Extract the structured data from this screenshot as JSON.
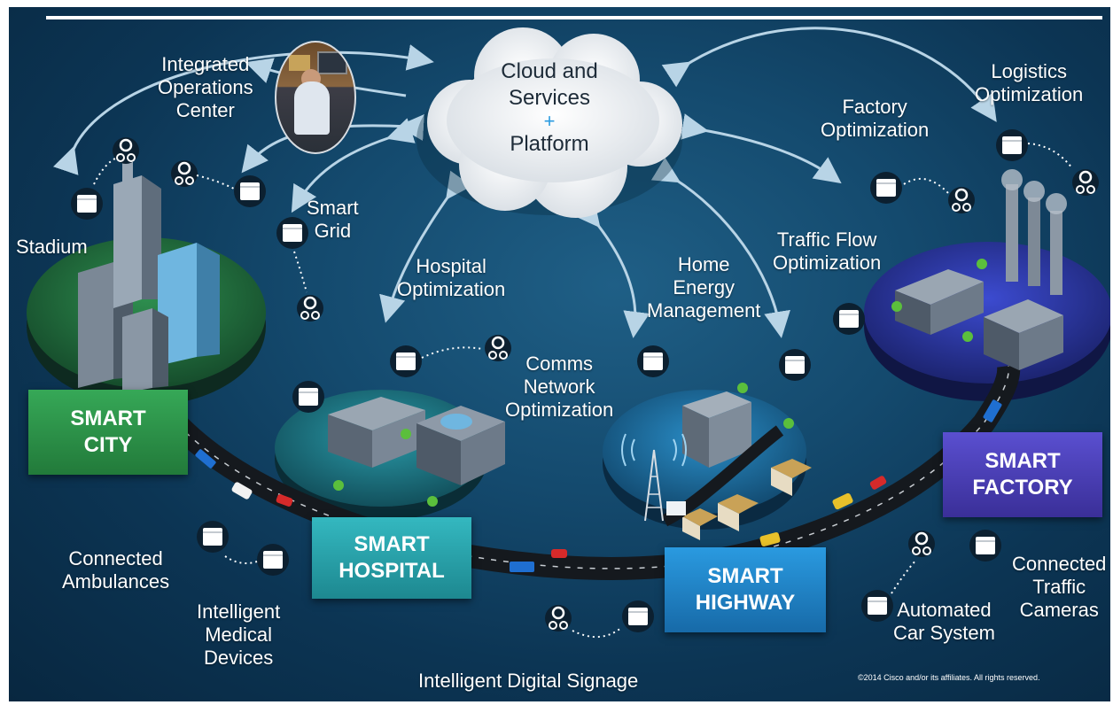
{
  "cloud": {
    "line1": "Cloud and",
    "line2": "Services",
    "plus": "+",
    "line3": "Platform"
  },
  "labels": {
    "integrated_ops": [
      "Integrated",
      "Operations",
      "Center"
    ],
    "stadium": "Stadium",
    "smart_grid": [
      "Smart",
      "Grid"
    ],
    "hospital_opt": [
      "Hospital",
      "Optimization"
    ],
    "comms_network": [
      "Comms",
      "Network",
      "Optimization"
    ],
    "home_energy": [
      "Home",
      "Energy",
      "Management"
    ],
    "traffic_flow": [
      "Traffic Flow",
      "Optimization"
    ],
    "factory_opt": [
      "Factory",
      "Optimization"
    ],
    "logistics_opt": [
      "Logistics",
      "Optimization"
    ],
    "connected_ambulances": [
      "Connected",
      "Ambulances"
    ],
    "intelligent_medical": [
      "Intelligent",
      "Medical",
      "Devices"
    ],
    "digital_signage": "Intelligent  Digital Signage",
    "automated_car": [
      "Automated",
      "Car System"
    ],
    "connected_traffic": [
      "Connected",
      "Traffic",
      "Cameras"
    ]
  },
  "zones": {
    "city": [
      "SMART",
      "CITY"
    ],
    "hospital": [
      "SMART",
      "HOSPITAL"
    ],
    "highway": [
      "SMART",
      "HIGHWAY"
    ],
    "factory": [
      "SMART",
      "FACTORY"
    ]
  },
  "colors": {
    "city": "#2e9a4c",
    "hospital": "#2aa7b0",
    "highway": "#1f86c9",
    "factory": "#4b3fb0"
  },
  "icons": [
    "cloud-icon",
    "sensor-icon",
    "gateway-box-icon",
    "building-icon",
    "car-icon",
    "tree-icon",
    "cell-tower-icon"
  ],
  "copyright": "©2014 Cisco and/or its affiliates. All rights reserved."
}
